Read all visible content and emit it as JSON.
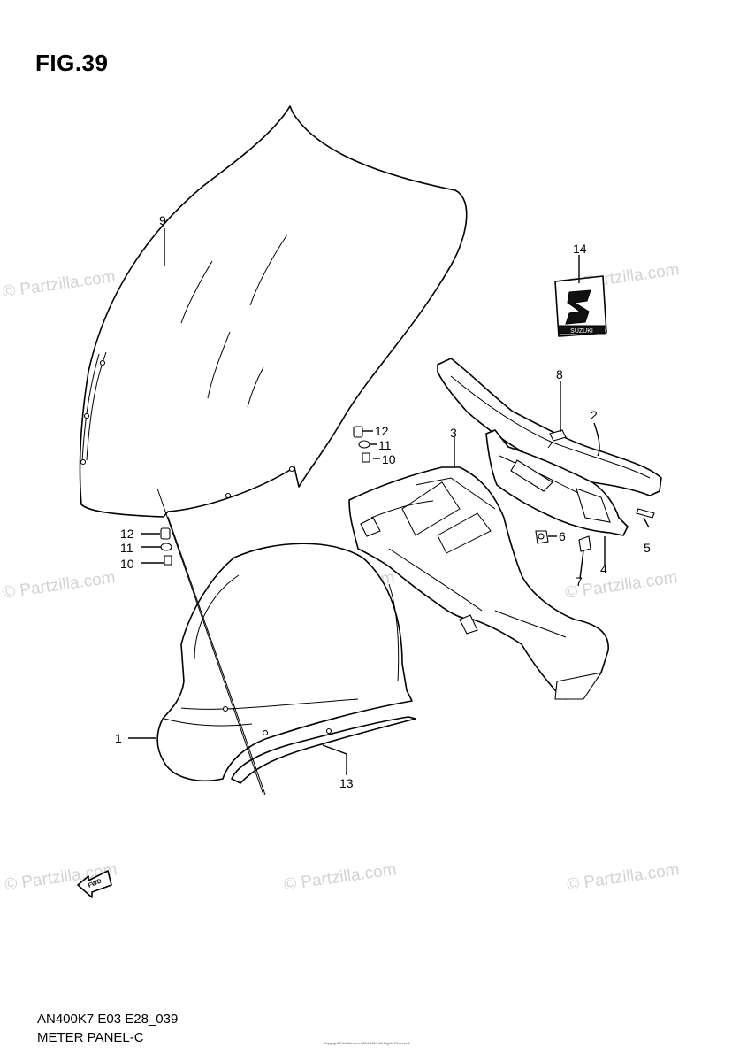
{
  "figure": {
    "title": "FIG.39"
  },
  "footer": {
    "code": "AN400K7 E03 E28_039",
    "name": "METER PANEL-C"
  },
  "copyright_small": "Copyright Partzilla.com 2004-2019 All Rights Reserved.",
  "watermark": "© Partzilla.com",
  "fwd_label": "FWD",
  "badge_text": "SUZUKI",
  "callouts": {
    "p1": "1",
    "p2": "2",
    "p3": "3",
    "p4": "4",
    "p5": "5",
    "p6": "6",
    "p7": "7",
    "p8": "8",
    "p9": "9",
    "p10a": "10",
    "p11a": "11",
    "p12a": "12",
    "p10b": "10",
    "p11b": "11",
    "p12b": "12",
    "p13": "13",
    "p14": "14"
  }
}
